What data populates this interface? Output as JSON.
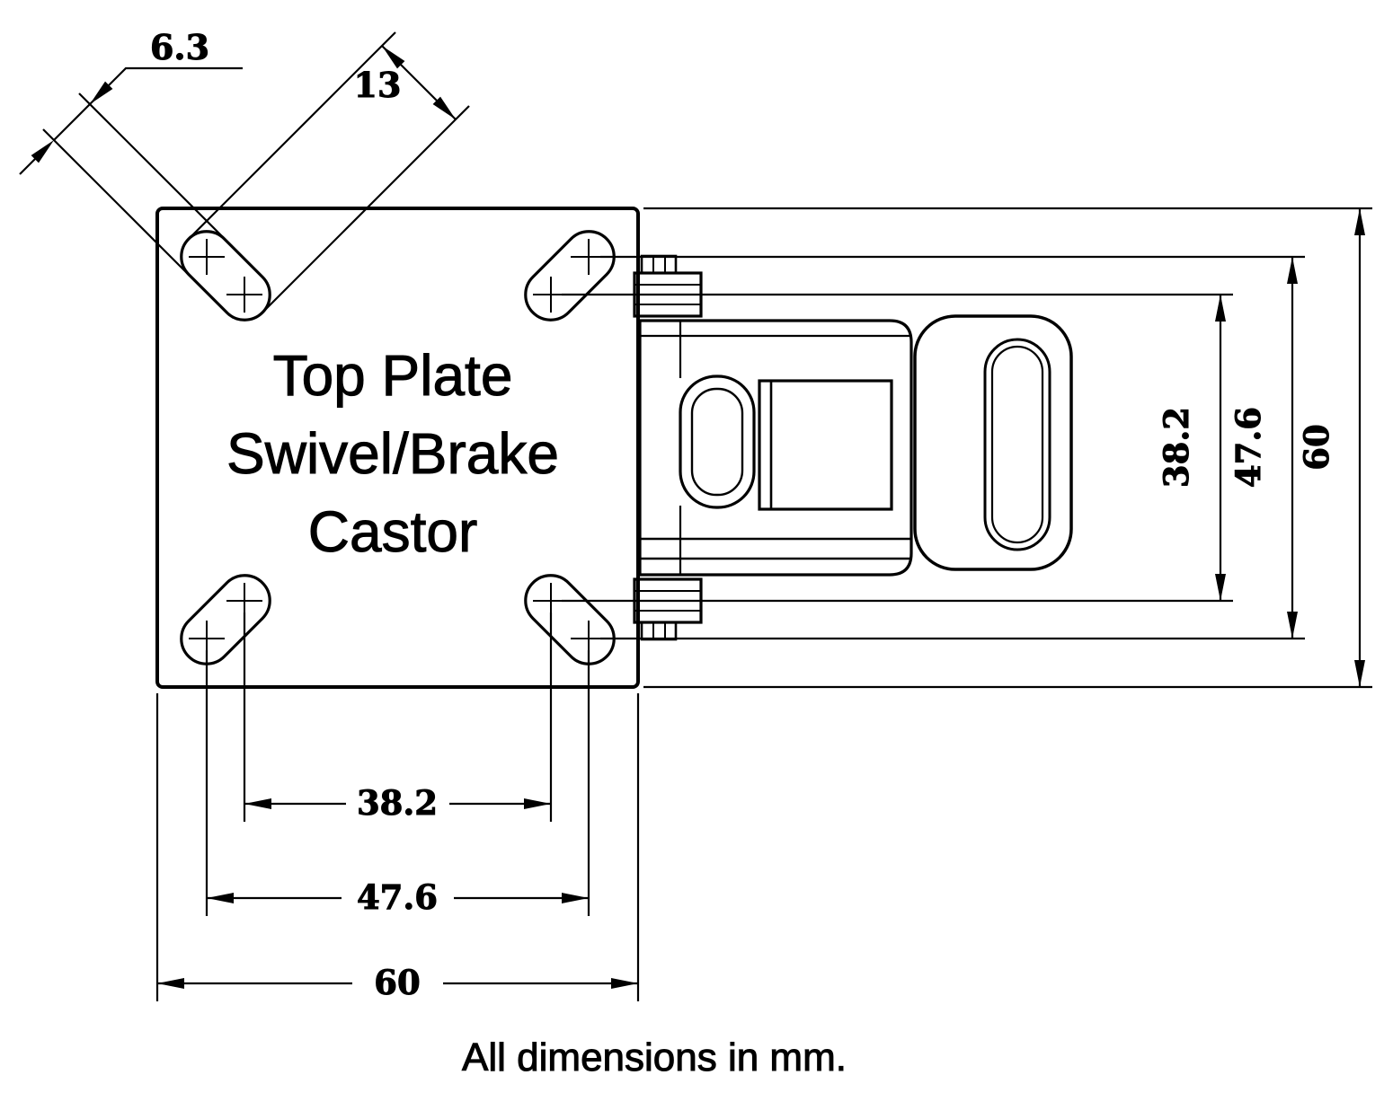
{
  "drawing": {
    "plate_label": [
      "Top Plate",
      "Swivel/Brake",
      "Castor"
    ],
    "footer_note": "All dimensions in mm.",
    "dims": {
      "slot_width": "6.3",
      "slot_length": "13",
      "h_inner": "38.2",
      "h_outer": "47.6",
      "h_overall": "60",
      "v_inner": "38.2",
      "v_outer": "47.6",
      "v_overall": "60"
    },
    "colors": {
      "line": "#000000",
      "bg": "#ffffff"
    }
  }
}
